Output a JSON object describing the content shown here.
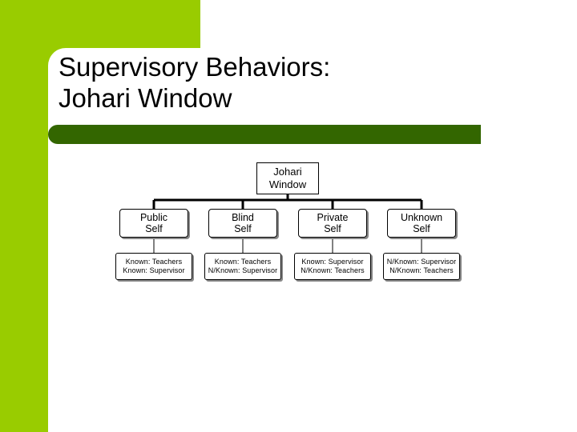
{
  "slide": {
    "title_line1": "Supervisory Behaviors:",
    "title_line2": "Johari Window"
  },
  "diagram": {
    "root": {
      "line1": "Johari",
      "line2": "Window"
    },
    "quadrants": [
      {
        "name1": "Public",
        "name2": "Self",
        "desc1": "Known: Teachers",
        "desc2": "Known: Supervisor"
      },
      {
        "name1": "Blind",
        "name2": "Self",
        "desc1": "Known: Teachers",
        "desc2": "N/Known: Supervisor"
      },
      {
        "name1": "Private",
        "name2": "Self",
        "desc1": "Known:  Supervisor",
        "desc2": "N/Known: Teachers"
      },
      {
        "name1": "Unknown",
        "name2": "Self",
        "desc1": "N/Known: Supervisor",
        "desc2": "N/Known: Teachers"
      }
    ]
  },
  "colors": {
    "accent_green": "#99cc00",
    "rule_dark_green": "#336600"
  }
}
